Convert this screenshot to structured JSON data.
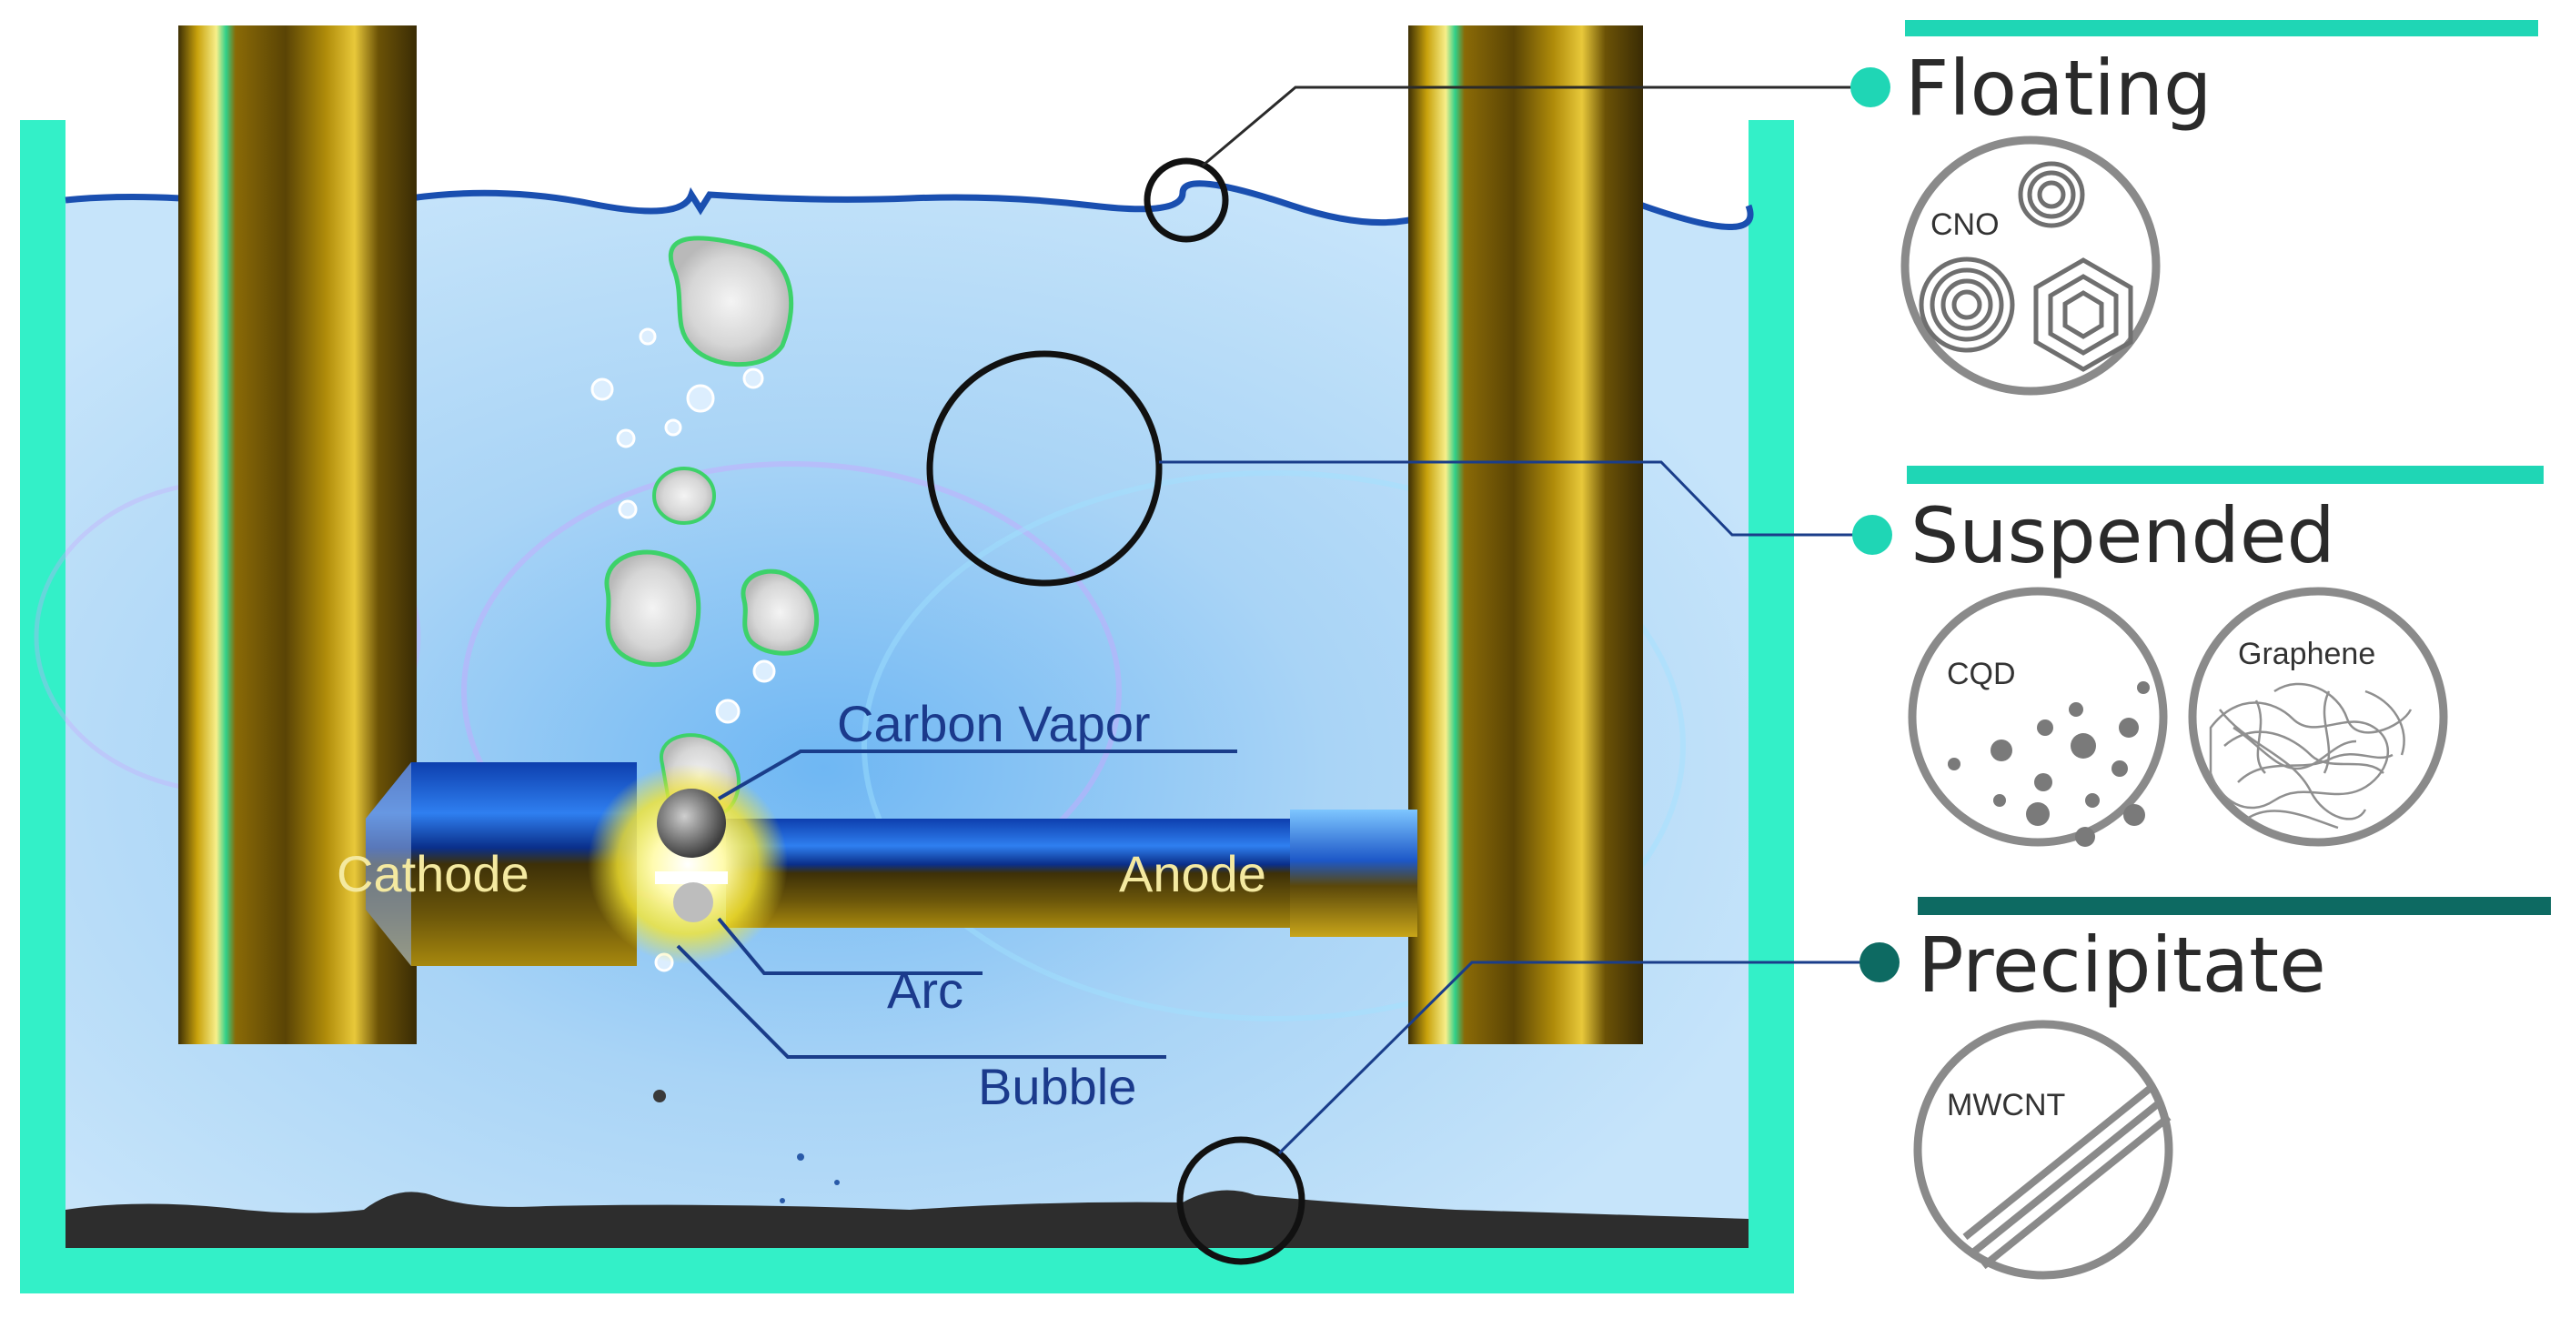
{
  "colors": {
    "tank": "#33f0c8",
    "water": "#b7dcf7",
    "water_deep": "#5aaef0",
    "electrode_gold": "#c9a20c",
    "electrode_dark": "#4a3a06",
    "electrode_bright": "#f3e16a",
    "blue_tube": "#0f4fbf",
    "accent_teal": "#1fd6b5",
    "precipitate_dot": "#0d6a62",
    "label_blue": "#1b3a8c",
    "label_yellow": "#f4e9a0",
    "gray_line": "#8a8a8a"
  },
  "labels": {
    "carbon_vapor": "Carbon Vapor",
    "cathode": "Cathode",
    "anode": "Anode",
    "arc": "Arc",
    "bubble": "Bubble"
  },
  "sections": {
    "floating": {
      "title": "Floating",
      "products": [
        "CNO"
      ]
    },
    "suspended": {
      "title": "Suspended",
      "products": [
        "CQD",
        "Graphene"
      ]
    },
    "precipitate": {
      "title": "Precipitate",
      "products": [
        "MWCNT"
      ]
    }
  }
}
